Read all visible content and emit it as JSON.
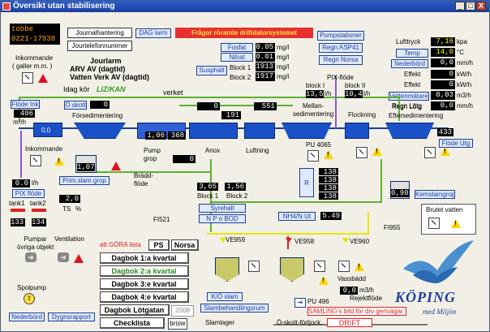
{
  "window": {
    "title": "Översikt utan stabilisering",
    "btn_min": "_",
    "btn_max": "□",
    "btn_close": "X"
  },
  "top": {
    "user_line1": "tobbe",
    "user_line2": "0221-17938",
    "btn_journal": "Journalhantering",
    "btn_phone": "Jourtelefonnummer",
    "btn_daglarm": "DAG larm",
    "alarm_banner": "Frågor rörande driftdatorsystemet",
    "btn_pumpstationer": "Pumpstationer",
    "btn_regn_asp": "Regn ASP41",
    "btn_regn_norsa": "Regn Norsa",
    "inkommande_label": "Inkommande",
    "inkommande_unit": "( galler m.m. )",
    "jourlarm_title": "Jourlarm",
    "jourlarm_arv": "ARV  AV (dagtid)",
    "jourlarm_vv": "Vatten Verk  AV (dagtid)",
    "idag_label": "Idag kör",
    "idag_value": "LIZ/KAN"
  },
  "lab": {
    "fosfat_label": "Fosfat",
    "fosfat_value": "0.05",
    "fosfat_unit": "mg/l",
    "nitrat_label": "Nitrat",
    "nitrat_value": "0.01",
    "nitrat_unit": "mg/l",
    "susphalt_label": "Susphalt",
    "block1_label": "Block 1",
    "block1_value": "1913",
    "block1_unit": "mg/l",
    "block2_label": "Block 2",
    "block2_value": "1917",
    "block2_unit": "mg/l"
  },
  "weather": {
    "lufttryck_label": "Lufttryck",
    "lufttryck_value": "7,16",
    "lufttryck_unit": "kpa",
    "temp_label": "Temp",
    "temp_value": "14,0",
    "temp_unit": "°C",
    "nederbord_label": "Nederbörd",
    "nederbord_value": "0,0",
    "nederbord_unit": "mm/h",
    "effekt1_label": "Effekt",
    "effekt1_value": "0",
    "effekt1_unit": "kW/h",
    "effekt2_label": "Effekt",
    "effekt2_value": "0",
    "effekt2_unit": "kW/h",
    "vattenmatare_label": "Vattenmätare",
    "vattenmatare_value": "0,03",
    "vattenmatare_unit": "m3/h",
    "regn_lotg_label": "Regn Lötg",
    "regn_lotg_value": "0,0",
    "regn_lotg_unit": "mm/h"
  },
  "process": {
    "verket_label": "verket",
    "flode_ink_btn": "Flöde Ink",
    "flode_ink_value": "406",
    "flode_ink_unit": "m³/h",
    "o_skott_btn": "Ö skott",
    "o_skott_value": "0",
    "top_val1": "0",
    "top_val2": "551",
    "top_val3": "191",
    "forsed_label": "Försedimentering",
    "mellan_label": "Mellan-\nsedimentering",
    "pix_flode_label": "PIX-flöde",
    "block1_label": "block I",
    "block2_label": "block II",
    "pix1_value": "13,5",
    "pix1_unit": "l/h",
    "pix2_value": "10,4",
    "pix2_unit": "l/h",
    "flockning_label": "Flockning",
    "regn_lotg_label": "Regn Lötg",
    "efter_label": "Eftersedimentering",
    "flode_ink_tank": "0,0",
    "prim_tank_val": "1,07",
    "pump_val1": "1,06",
    "pump_val2": "368",
    "anox_label": "Anox",
    "anox_value": "0",
    "luftning_label": "Luftning",
    "pump_grop_label": "Pump\ngrop",
    "bradd_label": "Brädd-\nflöde",
    "utflode_value": "433",
    "flode_utg_btn": "Flöde Utg",
    "pu_label": "PU 4065",
    "cluster_vals": [
      "138",
      "138",
      "138",
      "138"
    ],
    "r_label": "R",
    "kemslam_value": "0,90",
    "kemslam_btn": "Kemslamgrop",
    "fi955_label": "FI955",
    "block1_small_val": "3,65",
    "block2_small_val": "1,56",
    "block1_small_lbl": "Block 1",
    "block2_small_lbl": "Block 2",
    "syrehalt_btn": "Syrehalt",
    "npobod_btn": "N P o BOD",
    "nh4_btn": "NH4/N Ut",
    "nh4_value": "5.49",
    "fi521_label": "FI521",
    "inkommande_label": "Inkommande",
    "pix_flode_btn": "PIX flöde",
    "pix_flode_val": "0.0",
    "pix_flode_unit": "l/h",
    "tank1_label": "tank1",
    "tank2_label": "tank2",
    "tank1_value": "133",
    "tank2_value": "134",
    "prim_slam_btn": "Prim.slam grop",
    "ts_value": "2,0",
    "ts_label": "TS",
    "ts_unit": "%",
    "ve959": "VE959",
    "ve958": "VE958",
    "ve960": "VE960",
    "ko_slam_btn": "K/Ö  slam",
    "slambehandling_btn": "Slambehandlingsrum",
    "slamlager_label": "Slamlager",
    "oskott_fortjock": "Ö-skott-förtjock.",
    "vassbadd_label": "Vassbädd",
    "rejekt_value": "0,0",
    "rejekt_unit": "m3/h",
    "rejekt_label": "Rejektflöde",
    "pu496": "PU 496",
    "samling_btn": "SAMLING's bild för drv genvägar",
    "drift_btn": "DRIFT"
  },
  "controls": {
    "pumpar_label": "Pumpar\növriga objekt",
    "ventilation_label": "Ventilation",
    "spolpump_label": "Spolpump",
    "nederbord_btn": "Nederbörd",
    "dygnsrapport_btn": "Dygnsrapport",
    "att_gora_label": "att GÖRA lista",
    "ps_btn": "PS",
    "norsa_btn": "Norsa",
    "dagbok1": "Dagbok 1:a kvartal",
    "dagbok2": "Dagbok 2:a kvartal",
    "dagbok3": "Dagbok 3:e kvartal",
    "dagbok4": "Dagbok 4:e kvartal",
    "dagbok_lotg": "Dagbok Lötgatan",
    "year": "2008",
    "checklista": "Checklista",
    "briste_btn": "briste",
    "brutet_vatten": "Brutet vatten"
  },
  "logo": {
    "name": "KÖPING",
    "sub": "med Miljön"
  }
}
